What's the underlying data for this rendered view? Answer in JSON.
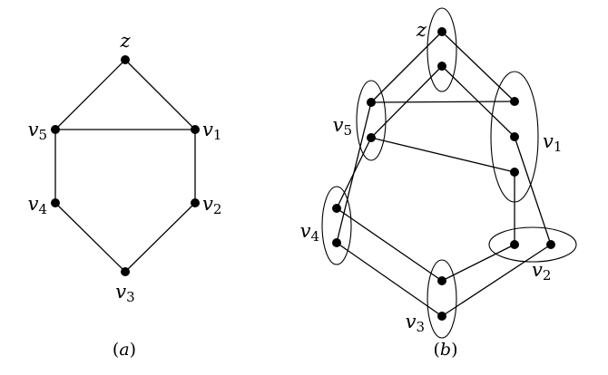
{
  "graph_a": {
    "caption": {
      "open": "(",
      "letter": "a",
      "close": ")"
    },
    "vertices": {
      "z": {
        "base": "z",
        "sub": ""
      },
      "v1": {
        "base": "v",
        "sub": "1"
      },
      "v2": {
        "base": "v",
        "sub": "2"
      },
      "v3": {
        "base": "v",
        "sub": "3"
      },
      "v4": {
        "base": "v",
        "sub": "4"
      },
      "v5": {
        "base": "v",
        "sub": "5"
      }
    },
    "edges": [
      [
        "z",
        "v1"
      ],
      [
        "z",
        "v5"
      ],
      [
        "v5",
        "v1"
      ],
      [
        "v5",
        "v4"
      ],
      [
        "v1",
        "v2"
      ],
      [
        "v4",
        "v3"
      ],
      [
        "v2",
        "v3"
      ]
    ]
  },
  "graph_b": {
    "caption": {
      "open": "(",
      "letter": "b",
      "close": ")"
    },
    "groups": {
      "z": {
        "base": "z",
        "sub": ""
      },
      "v1": {
        "base": "v",
        "sub": "1"
      },
      "v2": {
        "base": "v",
        "sub": "2"
      },
      "v3": {
        "base": "v",
        "sub": "3"
      },
      "v4": {
        "base": "v",
        "sub": "4"
      },
      "v5": {
        "base": "v",
        "sub": "5"
      }
    },
    "nodes": [
      "z1",
      "z2",
      "v1a",
      "v1b",
      "v1c",
      "v2a",
      "v2b",
      "v3a",
      "v3b",
      "v4a",
      "v4b",
      "v5a",
      "v5b"
    ],
    "edges": [
      [
        "z1",
        "v5a"
      ],
      [
        "z1",
        "v1a"
      ],
      [
        "z2",
        "v5b"
      ],
      [
        "z2",
        "v1b"
      ],
      [
        "v5a",
        "v1a"
      ],
      [
        "v5b",
        "v1c"
      ],
      [
        "v5a",
        "v4b"
      ],
      [
        "v5b",
        "v4a"
      ],
      [
        "v1c",
        "v2a"
      ],
      [
        "v1b",
        "v2b"
      ],
      [
        "v4a",
        "v3a"
      ],
      [
        "v4b",
        "v3b"
      ],
      [
        "v2a",
        "v3a"
      ],
      [
        "v2b",
        "v3b"
      ]
    ]
  }
}
